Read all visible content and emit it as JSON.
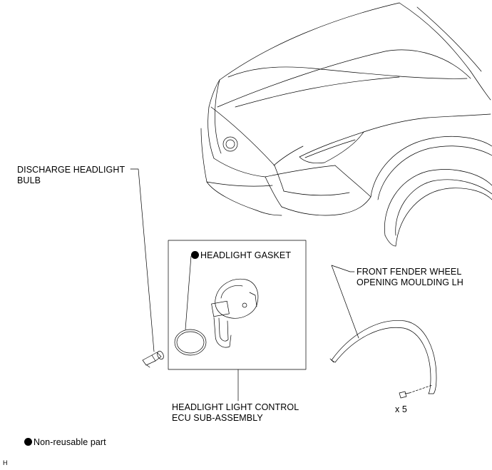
{
  "callouts": {
    "discharge_bulb": {
      "line1": "DISCHARGE HEADLIGHT",
      "line2": "BULB"
    },
    "gasket": {
      "text": "HEADLIGHT GASKET"
    },
    "fender_moulding": {
      "line1": "FRONT FENDER WHEEL",
      "line2": "OPENING MOULDING LH"
    },
    "ecu": {
      "line1": "HEADLIGHT LIGHT CONTROL",
      "line2": "ECU SUB-ASSEMBLY"
    },
    "clip_qty": {
      "text": "x 5"
    }
  },
  "legend": {
    "text": "Non-reusable part"
  },
  "corner_code": "H"
}
